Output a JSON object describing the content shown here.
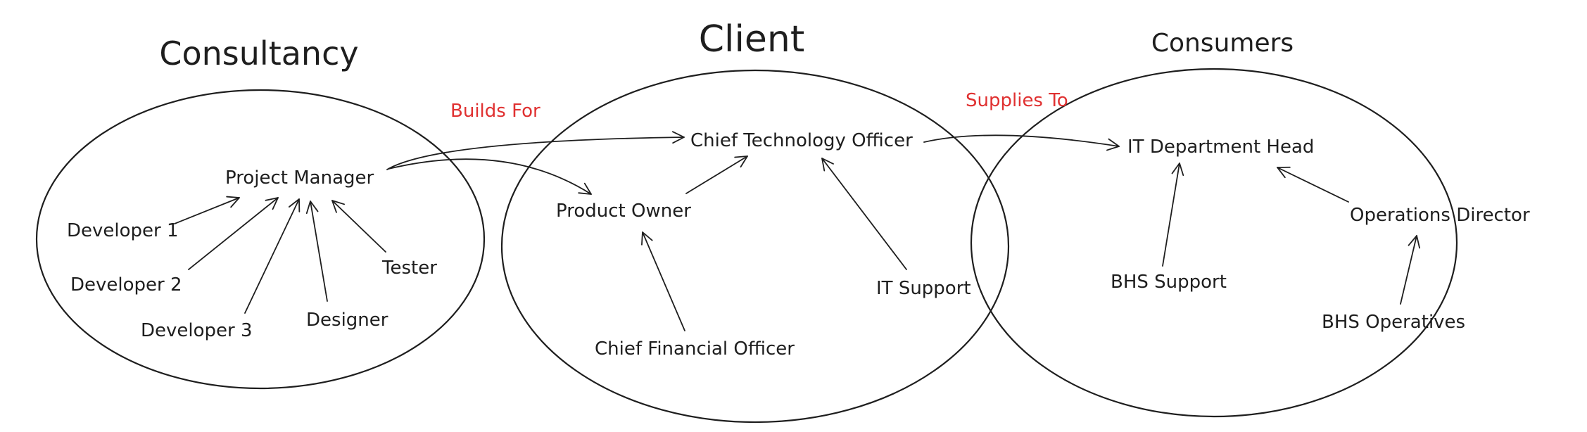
{
  "colors": {
    "ink": "#1e1e1e",
    "relation": "#e03131",
    "background": "#ffffff"
  },
  "groups": {
    "consultancy": {
      "title": "Consultancy"
    },
    "client": {
      "title": "Client"
    },
    "consumers": {
      "title": "Consumers"
    }
  },
  "nodes": {
    "project_manager": "Project Manager",
    "developer_1": "Developer 1",
    "developer_2": "Developer 2",
    "developer_3": "Developer 3",
    "designer": "Designer",
    "tester": "Tester",
    "chief_technology_officer": "Chief Technology Officer",
    "product_owner": "Product Owner",
    "chief_financial_officer": "Chief Financial Officer",
    "it_support": "IT Support",
    "it_department_head": "IT Department Head",
    "operations_director": "Operations Director",
    "bhs_support": "BHS Support",
    "bhs_operatives": "BHS Operatives"
  },
  "relations": {
    "builds_for": "Builds For",
    "supplies_to": "Supplies To"
  },
  "edges": [
    {
      "from": "developer_1",
      "to": "project_manager"
    },
    {
      "from": "developer_2",
      "to": "project_manager"
    },
    {
      "from": "developer_3",
      "to": "project_manager"
    },
    {
      "from": "designer",
      "to": "project_manager"
    },
    {
      "from": "tester",
      "to": "project_manager"
    },
    {
      "from": "project_manager",
      "to": "chief_technology_officer"
    },
    {
      "from": "project_manager",
      "to": "product_owner"
    },
    {
      "from": "product_owner",
      "to": "chief_technology_officer"
    },
    {
      "from": "chief_financial_officer",
      "to": "product_owner"
    },
    {
      "from": "it_support",
      "to": "chief_technology_officer"
    },
    {
      "from": "chief_technology_officer",
      "to": "it_department_head"
    },
    {
      "from": "bhs_support",
      "to": "it_department_head"
    },
    {
      "from": "operations_director",
      "to": "it_department_head"
    },
    {
      "from": "bhs_operatives",
      "to": "operations_director"
    }
  ]
}
